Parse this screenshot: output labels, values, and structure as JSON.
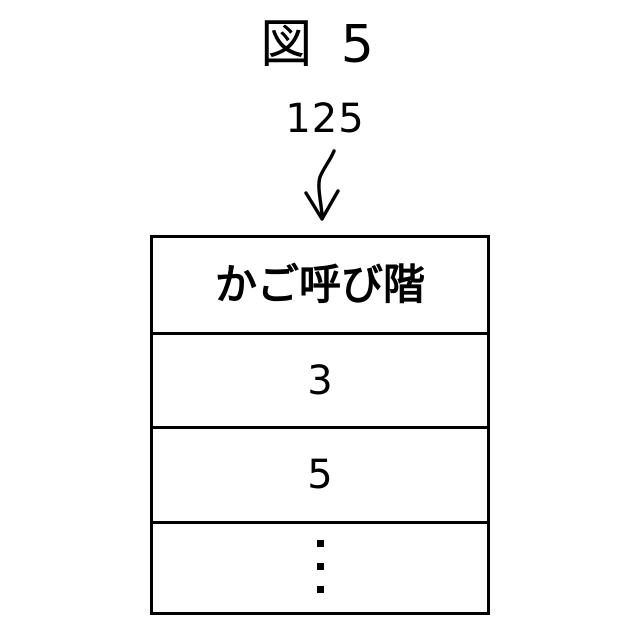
{
  "figure": {
    "title": "図 5",
    "reference_numeral": "125",
    "arrow_icon": "curved-down-arrow-icon"
  },
  "table": {
    "columns": [
      "かご呼び階"
    ],
    "rows": [
      {
        "value": "3",
        "type": "data"
      },
      {
        "value": "5",
        "type": "data"
      },
      {
        "value": "⋮",
        "type": "ellipsis"
      }
    ],
    "border_color": "#000000",
    "background_color": "#ffffff"
  },
  "chart_data": {
    "type": "table",
    "title": "図 5",
    "columns": [
      "かご呼び階"
    ],
    "values": [
      "3",
      "5",
      "⋮"
    ],
    "annotations": [
      "125"
    ]
  }
}
